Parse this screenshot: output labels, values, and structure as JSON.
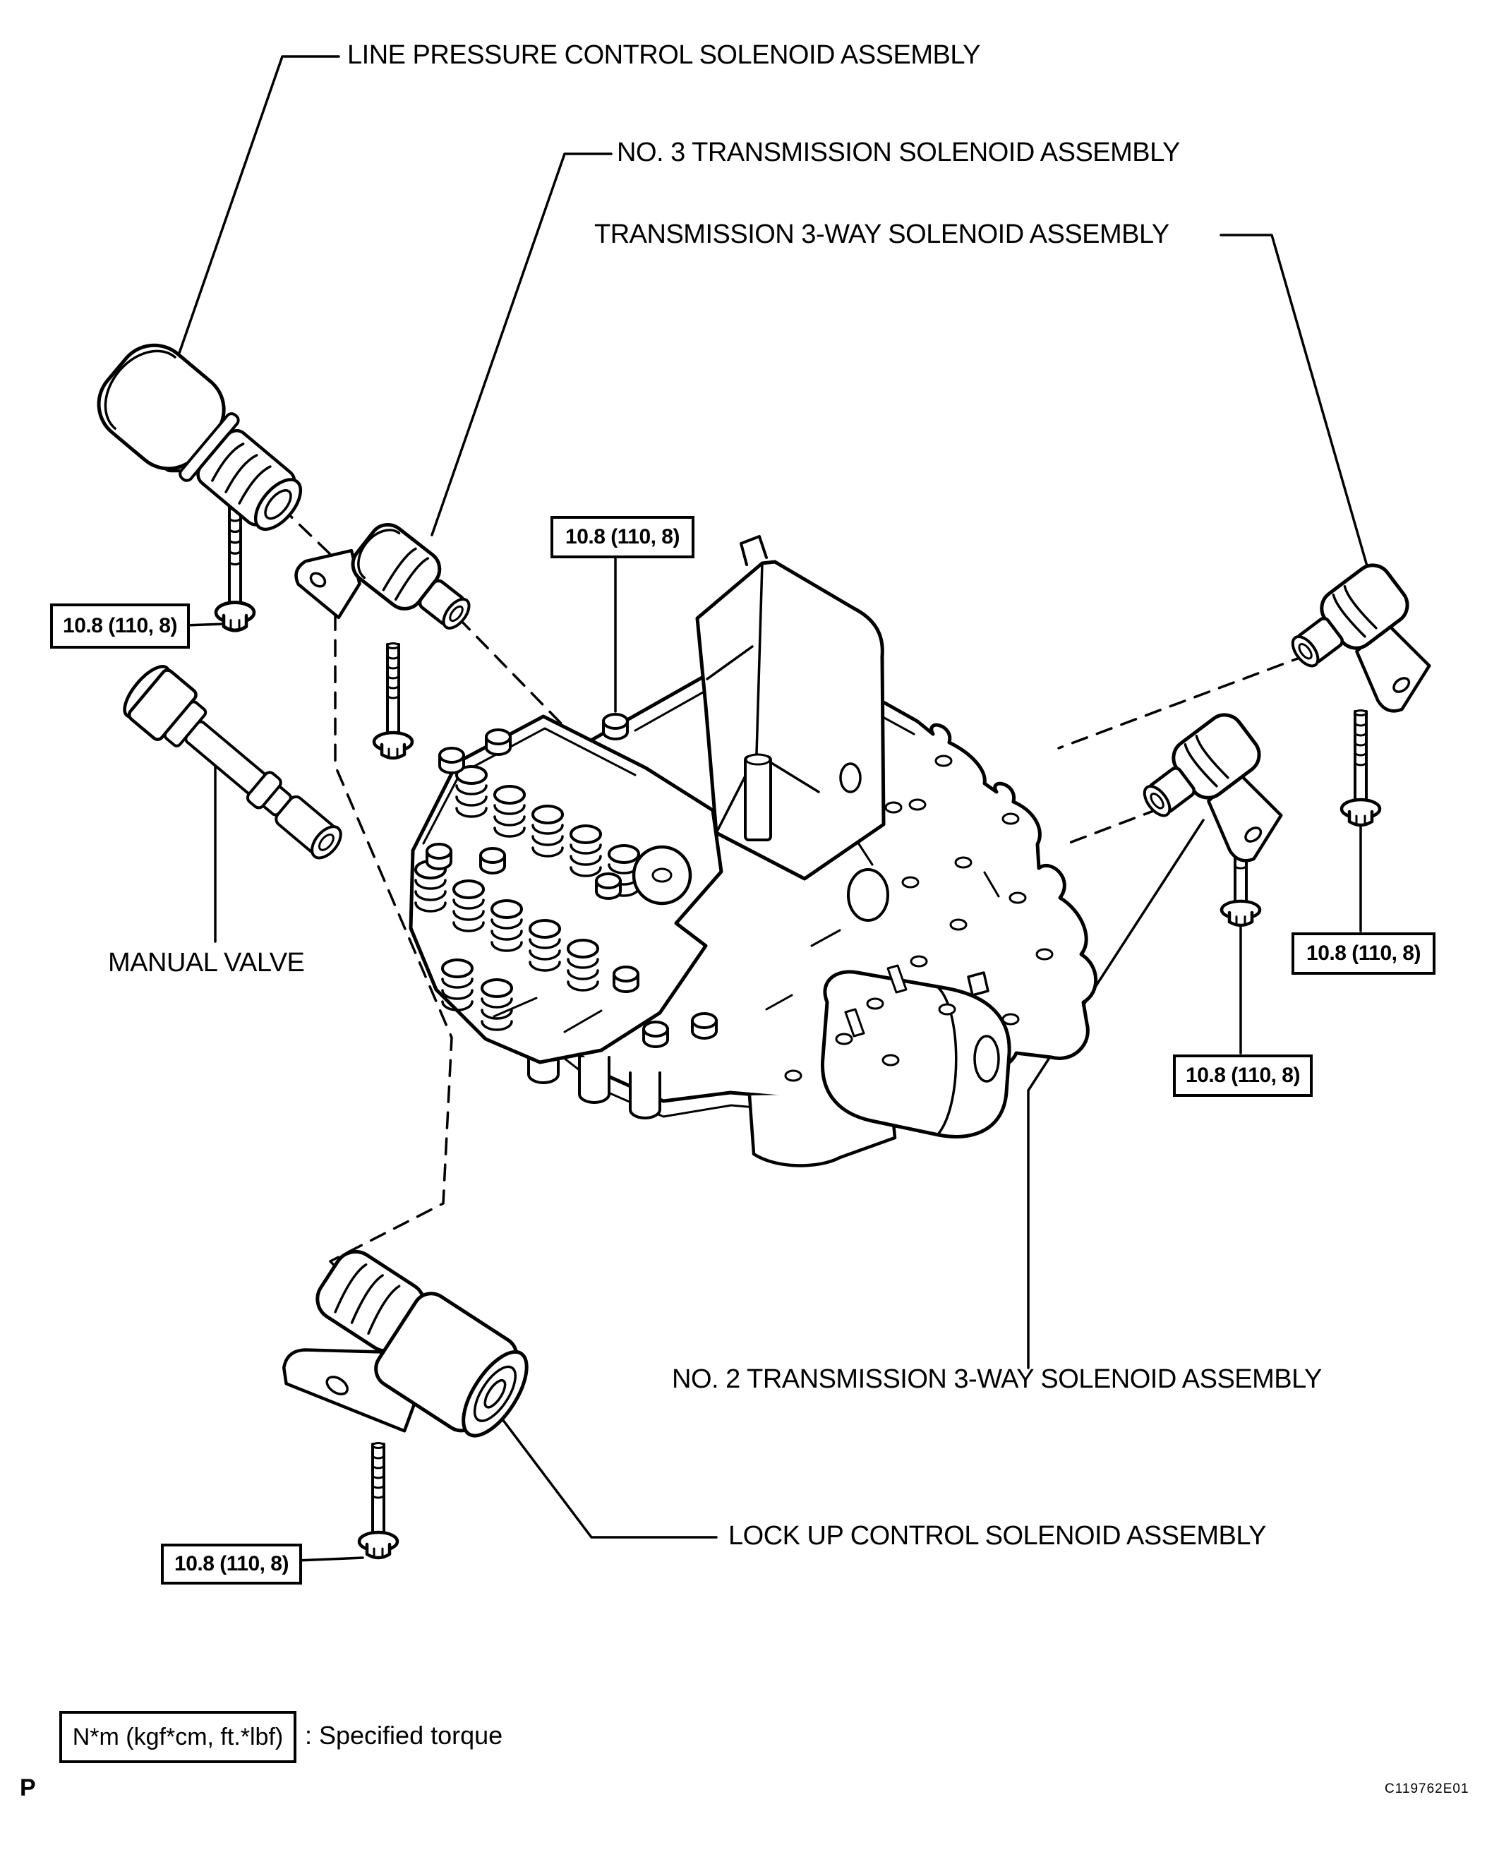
{
  "page": {
    "marker": "P",
    "figure_code": "C119762E01",
    "background": "#ffffff",
    "line_color": "#000000"
  },
  "labels": {
    "line_pressure": "LINE PRESSURE CONTROL SOLENOID ASSEMBLY",
    "no3": "NO. 3 TRANSMISSION SOLENOID ASSEMBLY",
    "three_way": "TRANSMISSION 3-WAY SOLENOID ASSEMBLY",
    "manual_valve": "MANUAL VALVE",
    "no2": "NO. 2 TRANSMISSION 3-WAY SOLENOID ASSEMBLY",
    "lockup": "LOCK UP CONTROL SOLENOID ASSEMBLY"
  },
  "torque": {
    "boxes": [
      {
        "value": "10.8 (110, 8)"
      },
      {
        "value": "10.8 (110, 8)"
      },
      {
        "value": "10.8 (110, 8)"
      },
      {
        "value": "10.8 (110, 8)"
      },
      {
        "value": "10.8 (110, 8)"
      }
    ],
    "legend_unit": "N*m (kgf*cm, ft.*lbf)",
    "legend_caption": ": Specified torque"
  }
}
